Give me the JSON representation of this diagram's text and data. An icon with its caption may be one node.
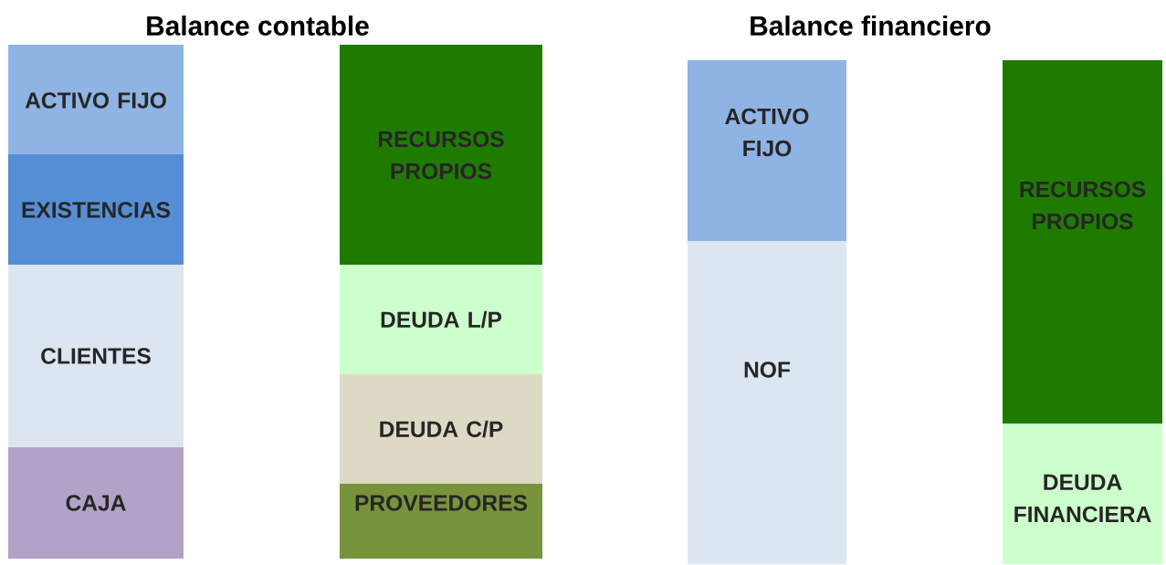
{
  "diagram": {
    "nodes": [
      {
        "text": [
          "ACTIVO FIJO"
        ]
      },
      {
        "text": [
          "EXISTENCIAS"
        ]
      },
      {
        "text": [
          "CLIENTES"
        ]
      },
      {
        "text": [
          "CAJA"
        ]
      },
      {
        "text": [
          "RECURSOS PROPIOS"
        ]
      },
      {
        "text": [
          "DEUDA L/P"
        ]
      },
      {
        "text": [
          "DEUDA C/P"
        ]
      },
      {
        "text": [
          "PROVEEDORES"
        ]
      },
      {
        "text": [
          "ACTIVO FIJO"
        ]
      },
      {
        "text": [
          "NOF"
        ]
      },
      {
        "text": [
          "RECURSOS PROPIOS"
        ]
      },
      {
        "text": [
          "DEUDA FINANCIERA"
        ]
      }
    ],
    "edges": [],
    "labels": [
      "Balance contable",
      "Balance financiero"
    ]
  }
}
